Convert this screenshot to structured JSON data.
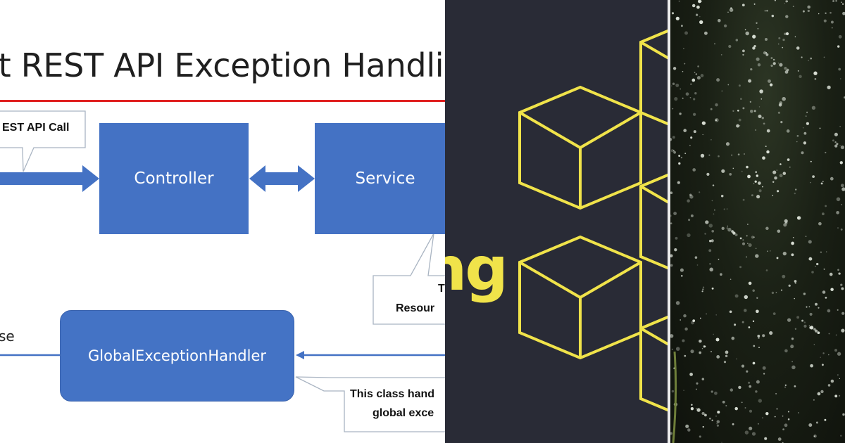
{
  "diagram": {
    "title": "oot REST API Exception Handli",
    "nodes": {
      "controller": "Controller",
      "service": "Service",
      "handler": "GlobalExceptionHandler"
    },
    "callouts": {
      "rest_call": "EST API Call",
      "resource_line1": "T",
      "resource_line2": "Resour",
      "handler_line1": "This class hand",
      "handler_line2": "global exce"
    },
    "response_fragment": "se",
    "colors": {
      "box": "#4472c4",
      "title_rule": "#e02020",
      "arrow": "#4472c4"
    }
  },
  "brand": {
    "word_fragment": "ng",
    "colors": {
      "background": "#292b36",
      "accent": "#f0e34a"
    }
  },
  "photo": {
    "subject": "rain-drops-bokeh",
    "colors": {
      "background": "#161b12",
      "drop": "#e8eee4"
    }
  }
}
